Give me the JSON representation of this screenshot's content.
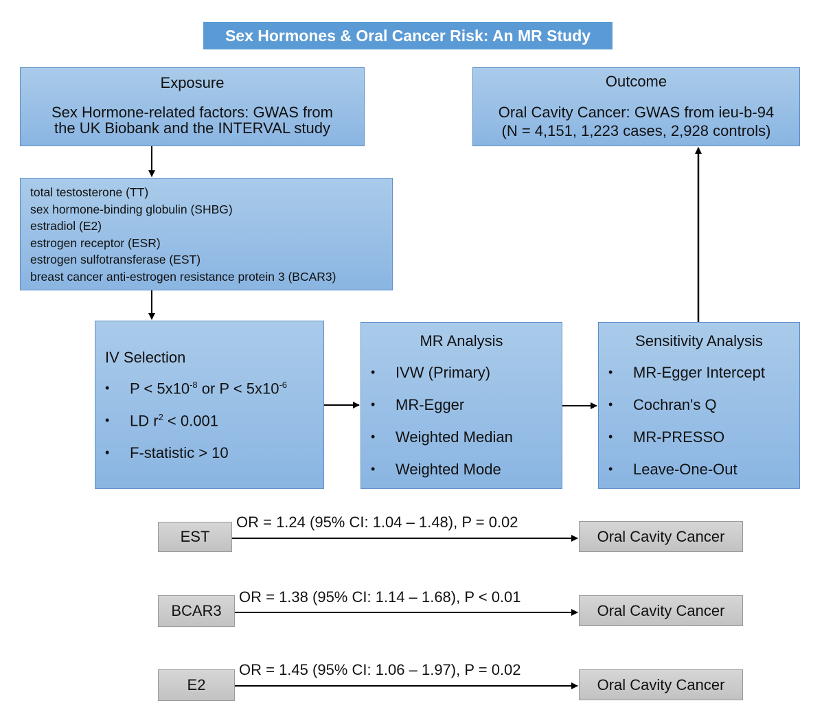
{
  "title": "Sex Hormones & Oral Cancer Risk: An MR Study",
  "exposure": {
    "heading": "Exposure",
    "text_line1": "Sex Hormone-related factors: GWAS from",
    "text_line2": "the UK Biobank and the INTERVAL study"
  },
  "outcome": {
    "heading": "Outcome",
    "text_line1": "Oral Cavity Cancer: GWAS from ieu-b-94",
    "text_line2": "(N = 4,151, 1,223 cases, 2,928 controls)"
  },
  "factors": [
    "total testosterone (TT)",
    "sex hormone-binding globulin (SHBG)",
    "estradiol (E2)",
    "estrogen receptor (ESR)",
    "estrogen sulfotransferase (EST)",
    "breast cancer anti-estrogen resistance protein 3 (BCAR3)"
  ],
  "iv_selection": {
    "heading": "IV Selection",
    "p_prefix": "P < 5x10",
    "p_exp1": "-8",
    "p_mid": " or P < 5x10",
    "p_exp2": "-6",
    "ld_prefix": "LD r",
    "ld_exp": "2",
    "ld_suffix": " < 0.001",
    "f_stat": "F-statistic > 10"
  },
  "mr_analysis": {
    "heading": "MR Analysis",
    "items": [
      "IVW (Primary)",
      "MR-Egger",
      "Weighted Median",
      "Weighted Mode"
    ]
  },
  "sensitivity": {
    "heading": "Sensitivity Analysis",
    "items": [
      "MR-Egger Intercept",
      "Cochran's Q",
      "MR-PRESSO",
      "Leave-One-Out"
    ]
  },
  "results": [
    {
      "exposure": "EST",
      "stat": "OR = 1.24 (95% CI: 1.04 – 1.48), P = 0.02",
      "outcome": "Oral Cavity Cancer"
    },
    {
      "exposure": "BCAR3",
      "stat": "OR = 1.38 (95% CI: 1.14 – 1.68), P < 0.01",
      "outcome": "Oral Cavity Cancer"
    },
    {
      "exposure": "E2",
      "stat": "OR = 1.45 (95% CI: 1.06 – 1.97), P = 0.02",
      "outcome": "Oral Cavity Cancer"
    }
  ]
}
